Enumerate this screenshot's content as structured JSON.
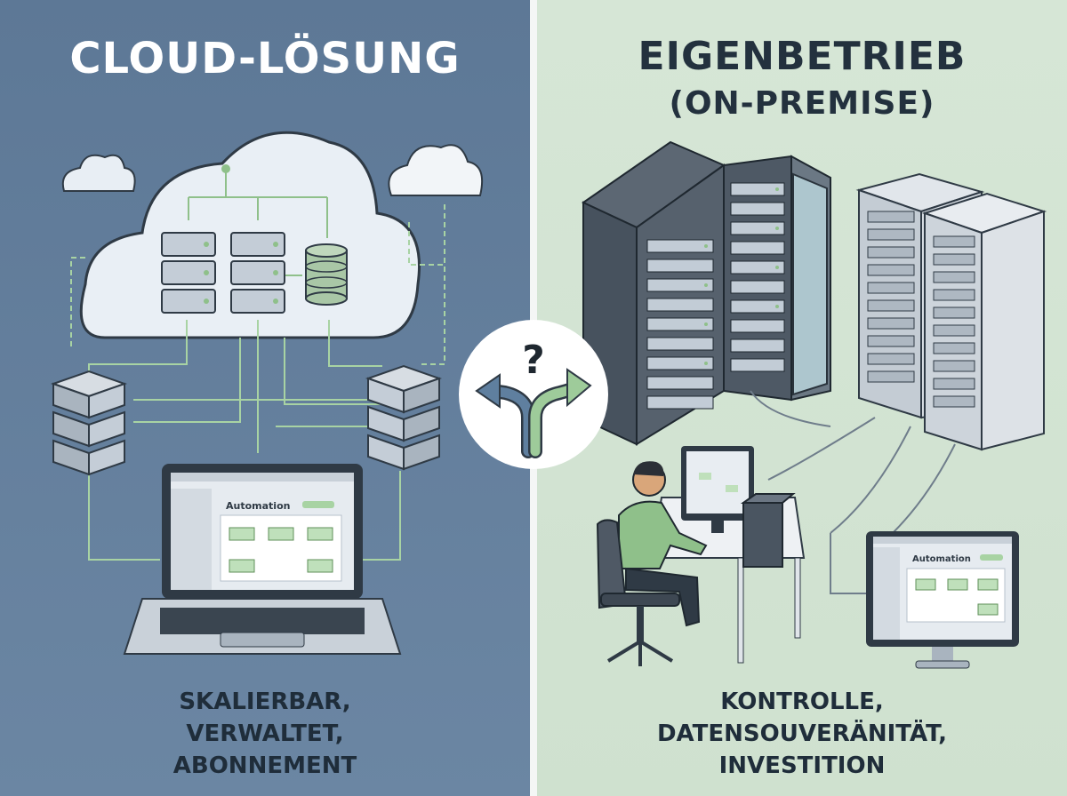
{
  "left": {
    "title": "CLOUD-LÖSUNG",
    "caption_lines": [
      "SKALIERBAR,",
      "VERWALTET,",
      "ABONNEMENT"
    ],
    "laptop_screen_label": "Automation"
  },
  "right": {
    "title_line1": "EIGENBETRIEB",
    "title_line2": "(ON-PREMISE)",
    "caption_lines": [
      "KONTROLLE,",
      "DATENSOUVERÄNITÄT,",
      "INVESTITION"
    ],
    "monitor_screen_label": "Automation"
  },
  "center": {
    "symbol": "?"
  },
  "colors": {
    "left_bg": "#6b86a3",
    "right_bg": "#d3e4d3",
    "accent_green": "#9ecb9a",
    "line": "#2f3a45"
  }
}
